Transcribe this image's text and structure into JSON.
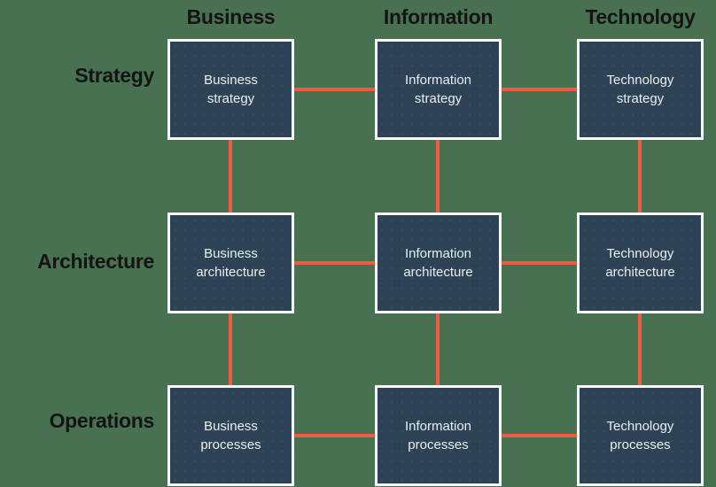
{
  "diagram": {
    "column_headers": [
      {
        "label": "Business"
      },
      {
        "label": "Information"
      },
      {
        "label": "Technology"
      }
    ],
    "row_labels": [
      {
        "label": "Strategy"
      },
      {
        "label": "Architecture"
      },
      {
        "label": "Operations"
      }
    ],
    "boxes": [
      {
        "label": "Business\nstrategy"
      },
      {
        "label": "Information\nstrategy"
      },
      {
        "label": "Technology\nstrategy"
      },
      {
        "label": "Business\narchitecture"
      },
      {
        "label": "Information\narchitecture"
      },
      {
        "label": "Technology\narchitecture"
      },
      {
        "label": "Business\nprocesses"
      },
      {
        "label": "Information\nprocesses"
      },
      {
        "label": "Technology\nprocesses"
      }
    ],
    "colors": {
      "background": "#477150",
      "box_fill": "#2D4355",
      "box_border": "#FBFBF9",
      "connector": "#F15B43",
      "label_text": "#141414",
      "box_text": "#EAEFF1"
    }
  }
}
